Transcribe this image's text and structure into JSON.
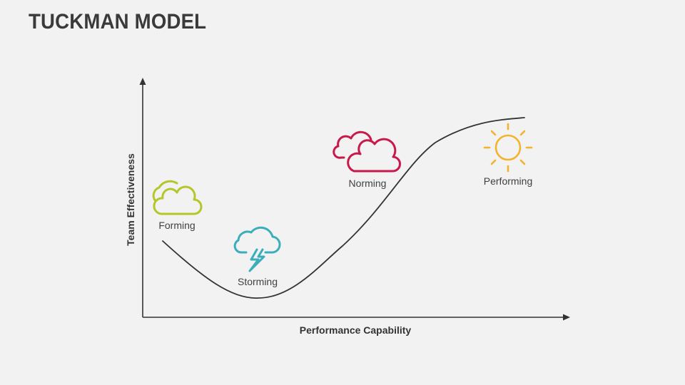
{
  "title": "TUCKMAN MODEL",
  "axes": {
    "y_label": "Team Effectiveness",
    "x_label": "Performance Capability"
  },
  "stages": [
    {
      "name": "Forming",
      "icon": "partly-cloudy-icon",
      "color": "#b5c62b"
    },
    {
      "name": "Storming",
      "icon": "storm-cloud-icon",
      "color": "#3aaebb"
    },
    {
      "name": "Norming",
      "icon": "cloudy-icon",
      "color": "#c8194a"
    },
    {
      "name": "Performing",
      "icon": "sun-icon",
      "color": "#f3b32b"
    }
  ]
}
